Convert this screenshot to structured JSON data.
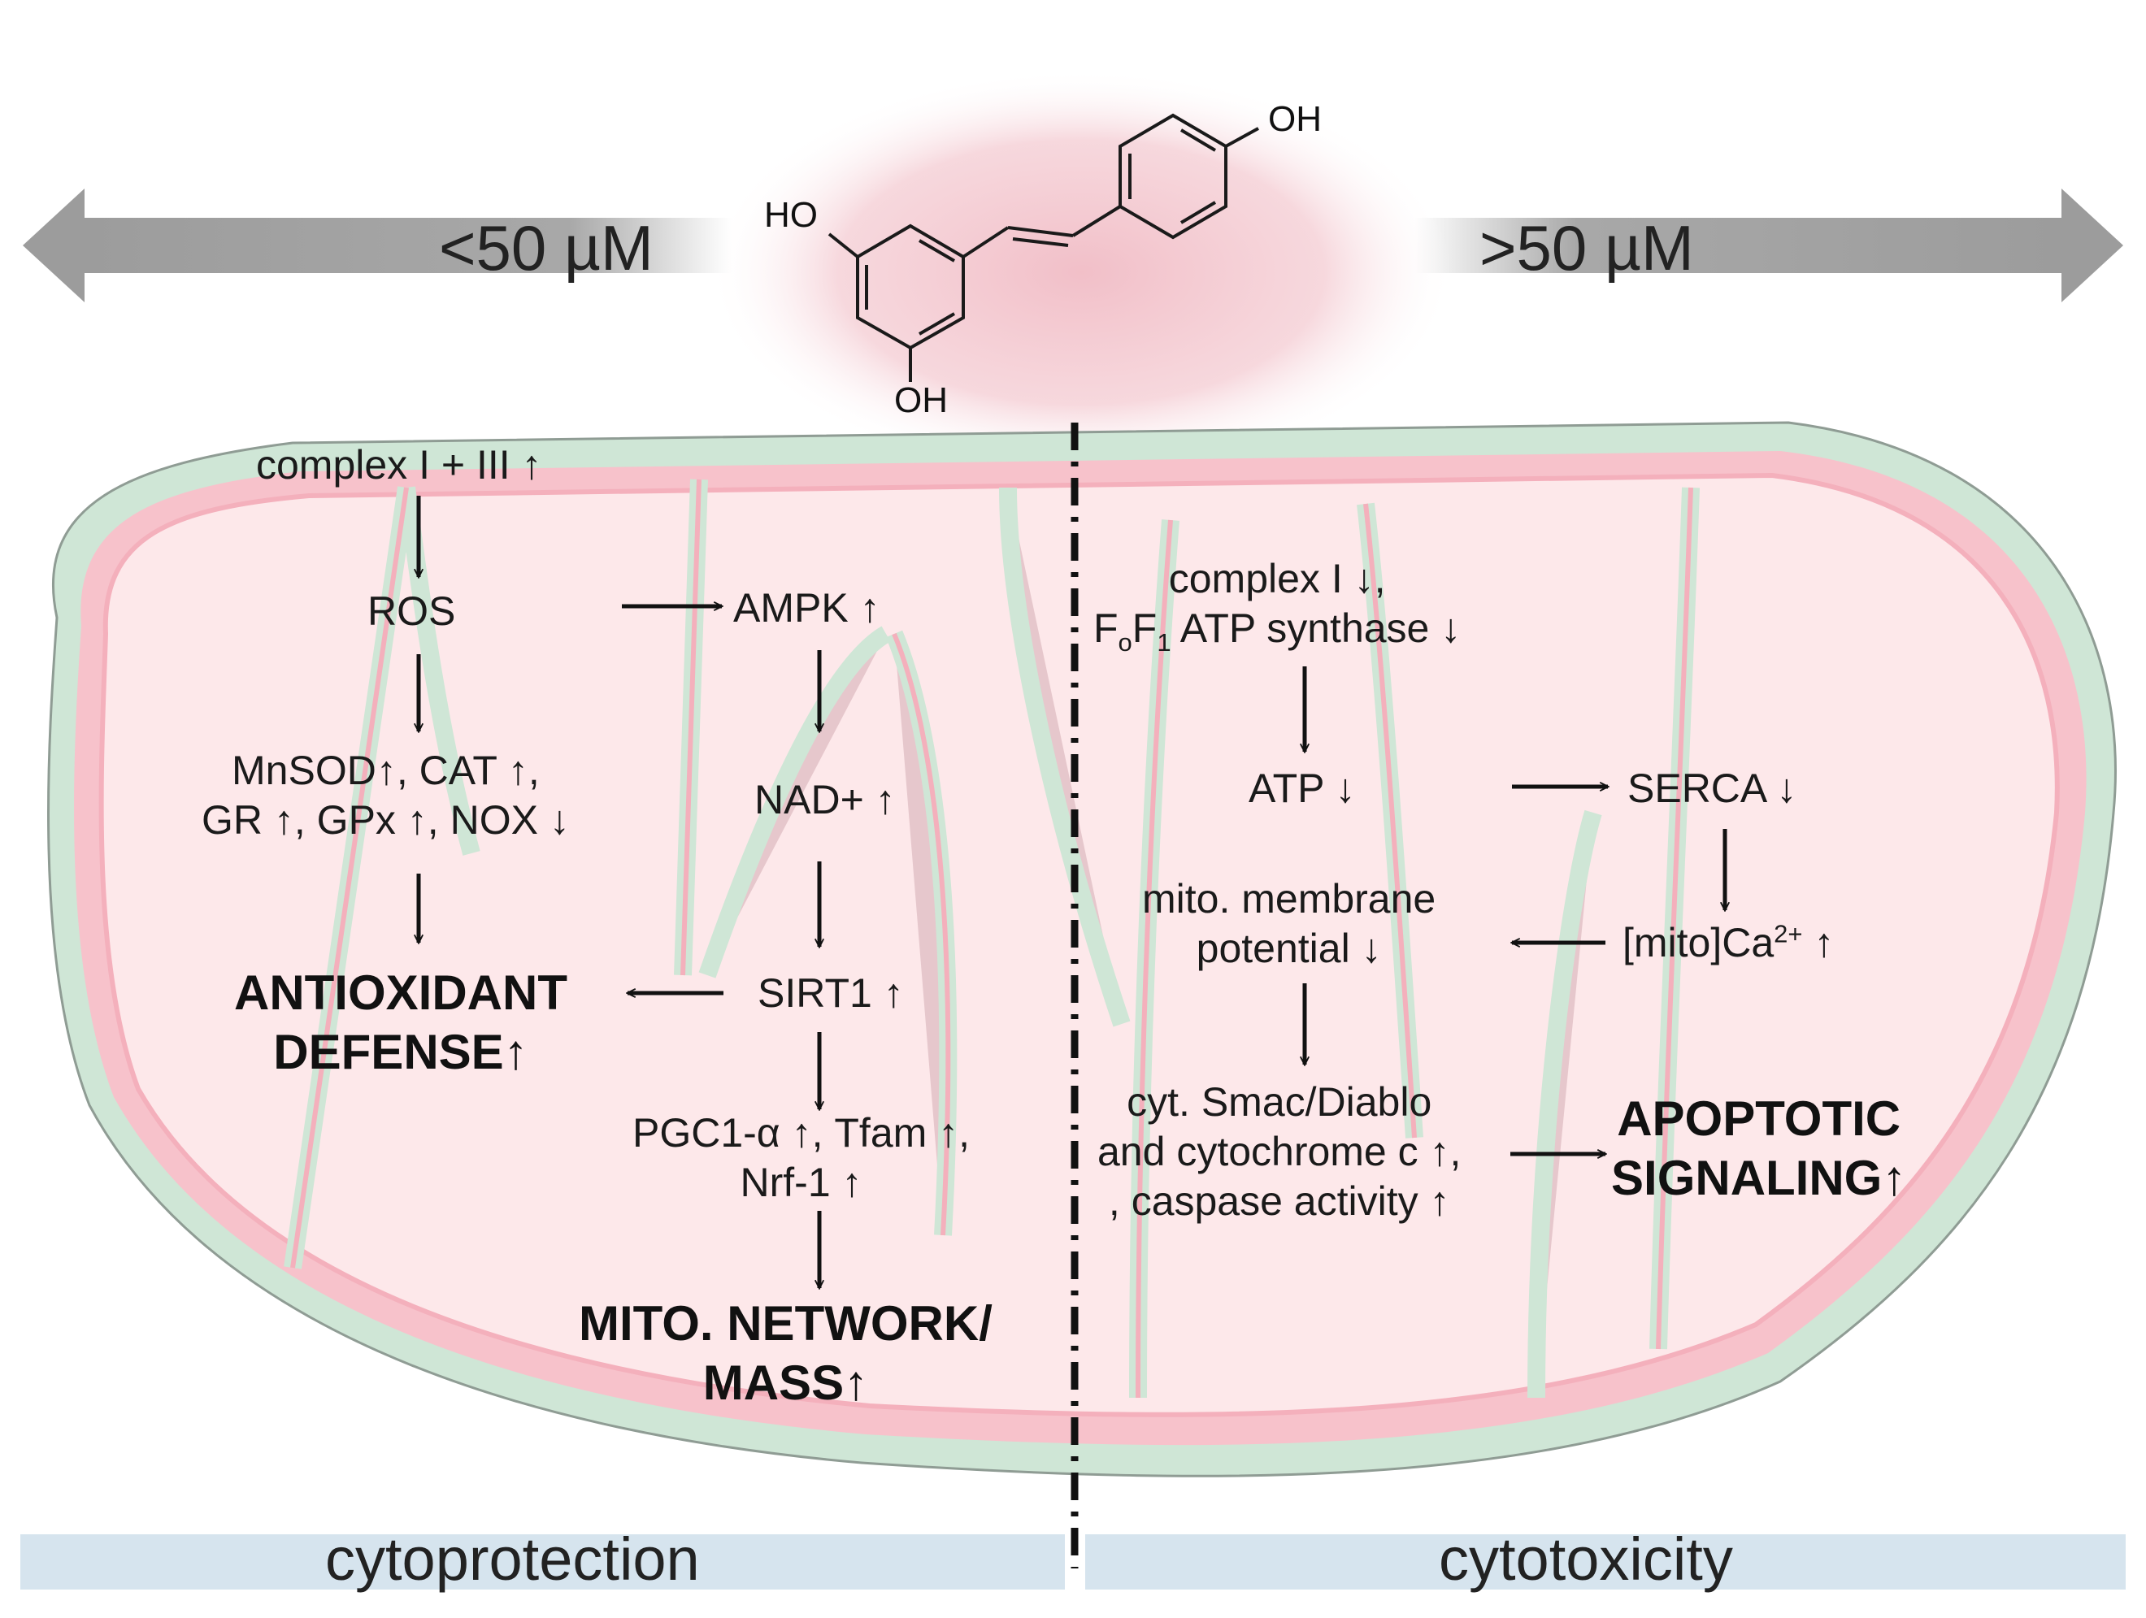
{
  "concentration": {
    "left": "<50 µM",
    "right": ">50 µM"
  },
  "molecule": {
    "oh_top": "OH",
    "oh_left": "HO",
    "oh_bottom": "OH"
  },
  "left": {
    "complex": "complex  I + III ↑",
    "ros": "ROS",
    "enzymes_line1": "MnSOD↑,  CAT ↑,",
    "enzymes_line2": "GR ↑, GPx ↑, NOX ↓",
    "antioxidant_line1": "ANTIOXIDANT",
    "antioxidant_line2": "DEFENSE↑",
    "ampk": "AMPK ↑",
    "nad": "NAD+ ↑",
    "sirt1": "SIRT1 ↑",
    "pgc_line1": "PGC1-α ↑, Tfam ↑,",
    "pgc_line2": "Nrf-1 ↑",
    "mito_line1": "MITO. NETWORK/",
    "mito_line2": "MASS↑"
  },
  "right": {
    "complex_line1": "complex  I ↓,",
    "complex_line2_pre": "F",
    "complex_line2_sub_o": "o",
    "complex_line2_mid": "F",
    "complex_line2_sub_1": "1",
    "complex_line2_post": " ATP  synthase ↓",
    "atp": "ATP ↓",
    "serca": "SERCA ↓",
    "membrane_line1": "mito.  membrane",
    "membrane_line2": "potential ↓",
    "calcium_pre": "[mito]Ca",
    "calcium_sup": "2+",
    "calcium_post": " ↑",
    "cyt_line1": "cyt.  Smac/Diablo",
    "cyt_line2": "and  cytochrome  c ↑,",
    "cyt_line3": ", caspase  activity ↑",
    "apoptotic_line1": "APOPTOTIC",
    "apoptotic_line2": "SIGNALING↑"
  },
  "footer": {
    "left": "cytoprotection",
    "right": "cytotoxicity"
  },
  "colors": {
    "arrow_gray": "#a3a3a3",
    "glow_pink": "#f2c4cc",
    "outer_membrane": "#cfe6d6",
    "intermembrane": "#f7c2cb",
    "matrix": "#fde8ea",
    "footer_band": "#d6e4ee"
  }
}
